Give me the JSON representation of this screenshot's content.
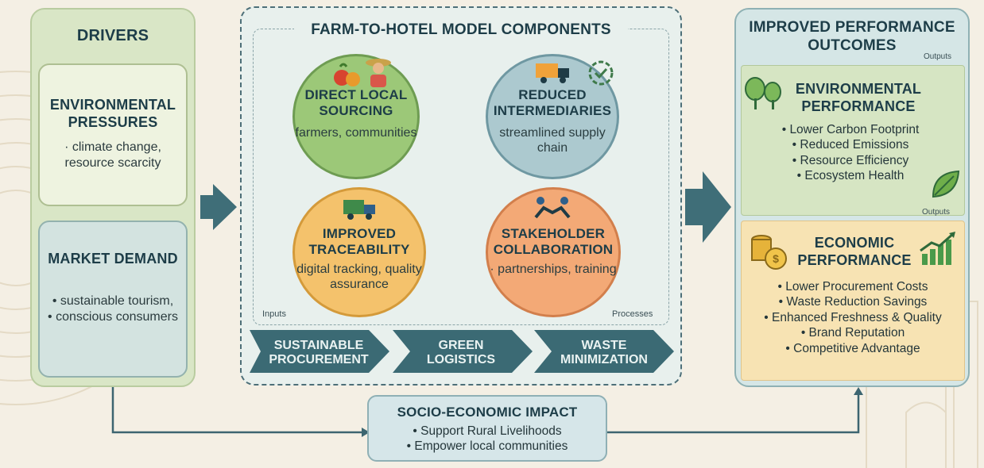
{
  "drivers": {
    "title": "DRIVERS",
    "environmental": {
      "title": "ENVIRONMENTAL PRESSURES",
      "items": [
        "climate change,",
        "resource scarcity"
      ]
    },
    "market": {
      "title": "MARKET DEMAND",
      "items": [
        "sustainable tourism,",
        "conscious consumers"
      ]
    }
  },
  "model": {
    "title": "FARM-TO-HOTEL MODEL COMPONENTS",
    "components": [
      {
        "title": "DIRECT LOCAL SOURCING",
        "subtitle": "farmers, communities"
      },
      {
        "title": "REDUCED INTERMEDIARIES",
        "subtitle": "streamlined supply chain"
      },
      {
        "title": "IMPROVED TRACEABILITY",
        "subtitle": "digital tracking, quality assurance"
      },
      {
        "title": "STAKEHOLDER COLLABORATION",
        "subtitle": "partnerships, training"
      }
    ],
    "inputs_label": "Inputs",
    "processes_label": "Processes",
    "stages": [
      "SUSTAINABLE PROCUREMENT",
      "GREEN LOGISTICS",
      "WASTE MINIMIZATION"
    ]
  },
  "outcomes": {
    "title": "IMPROVED PERFORMANCE OUTCOMES",
    "outputs_label": "Outputs",
    "environmental": {
      "title": "ENVIRONMENTAL PERFORMANCE",
      "items": [
        "Lower Carbon Footprint",
        "Reduced Emissions",
        "Resource Efficiency",
        "Ecosystem Health"
      ]
    },
    "economic": {
      "title": "ECONOMIC PERFORMANCE",
      "items": [
        "Lower Procurement Costs",
        "Waste Reduction Savings",
        "Enhanced Freshness & Quality",
        "Brand Reputation",
        "Competitive Advantage"
      ]
    }
  },
  "socio": {
    "title": "SOCIO-ECONOMIC IMPACT",
    "items": [
      "Support Rural Livelihoods",
      "Empower local communities"
    ]
  },
  "colors": {
    "arrow": "#3f6e78",
    "connector": "#3c6570",
    "chevron": "#3b6a74",
    "green_circle": "#9cc878",
    "blue_circle": "#acc9cf",
    "yellow_circle": "#f4c26c",
    "orange_circle": "#f3a976"
  },
  "icons": [
    "fruit-icon",
    "farmer-icon",
    "delivery-truck-icon",
    "recycle-gear-icon",
    "truck-icon",
    "handshake-icon",
    "trees-icon",
    "leaf-icon",
    "coins-icon",
    "growth-chart-icon"
  ]
}
